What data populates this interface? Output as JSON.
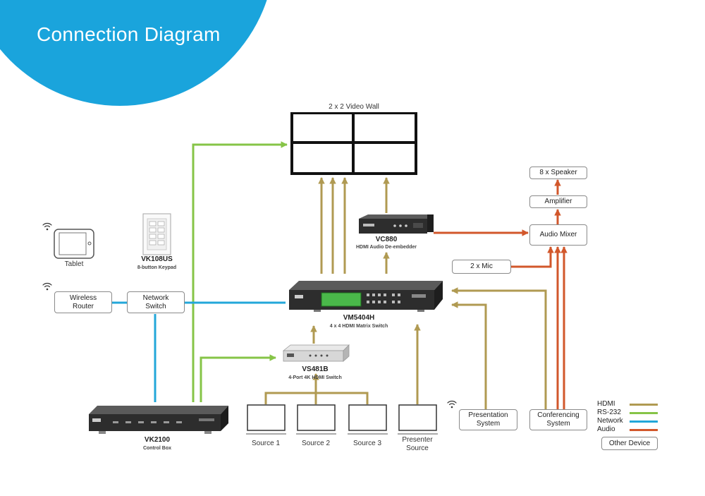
{
  "header": {
    "title": "Connection Diagram"
  },
  "devices": {
    "video_wall": "2 x 2 Video Wall",
    "speaker": "8 x Speaker",
    "amplifier": "Amplifier",
    "audio_mixer": "Audio Mixer",
    "mic": "2 x Mic",
    "vc880_name": "VC880",
    "vc880_desc": "HDMI Audio De-embedder",
    "tablet": "Tablet",
    "vk108us_name": "VK108US",
    "vk108us_desc": "8-button Keypad",
    "router": "Wireless Router",
    "network_switch": "Network Switch",
    "vm5404h_name": "VM5404H",
    "vm5404h_desc": "4 x 4 HDMI Matrix Switch",
    "vs481b_name": "VS481B",
    "vs481b_desc": "4-Port 4K HDMI Switch",
    "vk2100_name": "VK2100",
    "vk2100_desc": "Control Box",
    "source1": "Source 1",
    "source2": "Source 2",
    "source3": "Source 3",
    "presenter": "Presenter Source",
    "presentation": "Presentation System",
    "conferencing": "Conferencing System"
  },
  "legend": {
    "hdmi": "HDMI",
    "rs232": "RS-232",
    "network": "Network",
    "audio": "Audio",
    "other": "Other Device"
  },
  "colors": {
    "hdmi": "#b09a52",
    "rs232": "#86c447",
    "network": "#23a7d9",
    "audio": "#d2572b",
    "title_bg": "#1aa4dc",
    "device_dark": "#2d2d2d",
    "lcd": "#4ab84a"
  },
  "icons": [
    "wifi-icon",
    "tablet-icon",
    "keypad-icon",
    "matrix-switch-device",
    "hdmi-switch-device",
    "control-box-device",
    "de-embedder-device",
    "monitor-icon"
  ]
}
